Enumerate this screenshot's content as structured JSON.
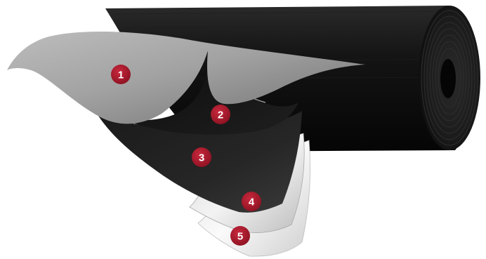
{
  "layers": [
    {
      "label": "1"
    },
    {
      "label": "2"
    },
    {
      "label": "3"
    },
    {
      "label": "4"
    },
    {
      "label": "5"
    }
  ],
  "colors": {
    "marker_fill": "#a3182a",
    "marker_text": "#ffffff",
    "roll_body": "#111111",
    "top_sheet": "#9a9a9a",
    "liner": "#e6e6e6"
  }
}
